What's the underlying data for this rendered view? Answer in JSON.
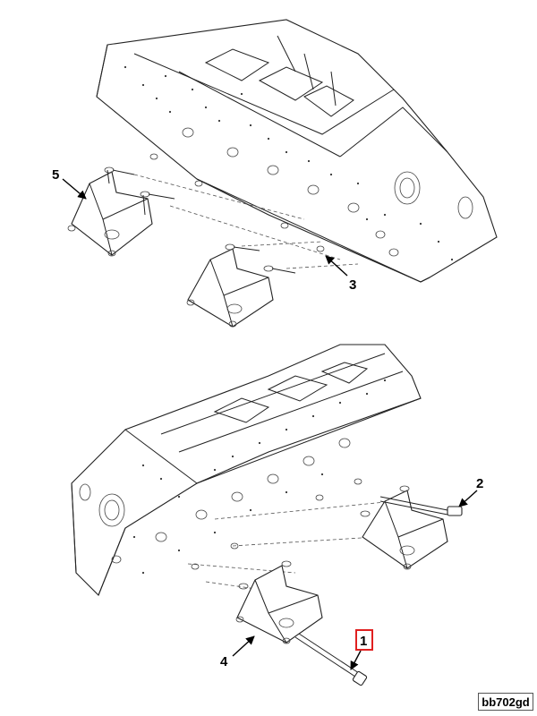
{
  "callouts": [
    {
      "id": "1",
      "label": "1",
      "highlighted": true
    },
    {
      "id": "2",
      "label": "2",
      "highlighted": false
    },
    {
      "id": "3",
      "label": "3",
      "highlighted": false
    },
    {
      "id": "4",
      "label": "4",
      "highlighted": false
    },
    {
      "id": "5",
      "label": "5",
      "highlighted": false
    }
  ],
  "figure_id": "bb702gd",
  "colors": {
    "highlight": "#e02020",
    "line": "#222222"
  }
}
